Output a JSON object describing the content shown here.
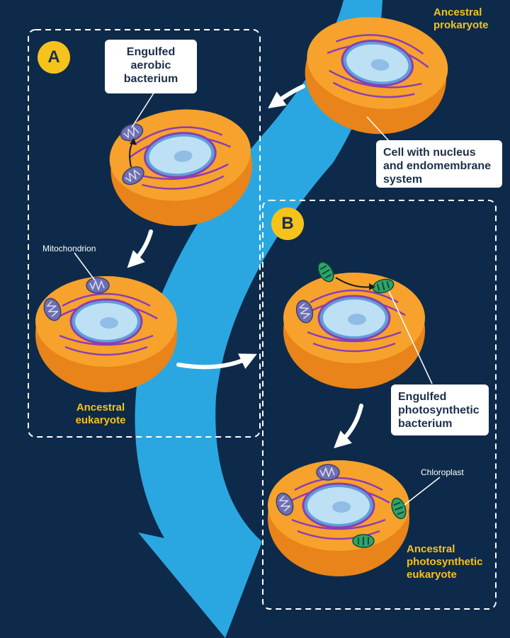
{
  "colors": {
    "background": "#0e2a4a",
    "flow_arrow": "#2aa7e1",
    "cell_orange": "#f7a22c",
    "accent_gold": "#f6c21c",
    "mitochondrion": "#6d6fb0",
    "chloroplast": "#2fa36b"
  },
  "labels": {
    "ancestral_prokaryote": "Ancestral prokaryote",
    "cell_with_nucleus": "Cell with nucleus and endomembrane system",
    "engulfed_aerobic": "Engulfed aerobic bacterium",
    "mitochondrion": "Mitochondrion",
    "ancestral_eukaryote": "Ancestral eukaryote",
    "engulfed_photosynthetic": "Engulfed photosynthetic bacterium",
    "chloroplast": "Chloroplast",
    "ancestral_photosynthetic_eukaryote": "Ancestral photosynthetic eukaryote"
  },
  "panels": {
    "a_badge": "A",
    "b_badge": "B"
  },
  "icons": [
    "cell-icon",
    "mitochondrion-icon",
    "chloroplast-icon",
    "arrow-icon"
  ]
}
